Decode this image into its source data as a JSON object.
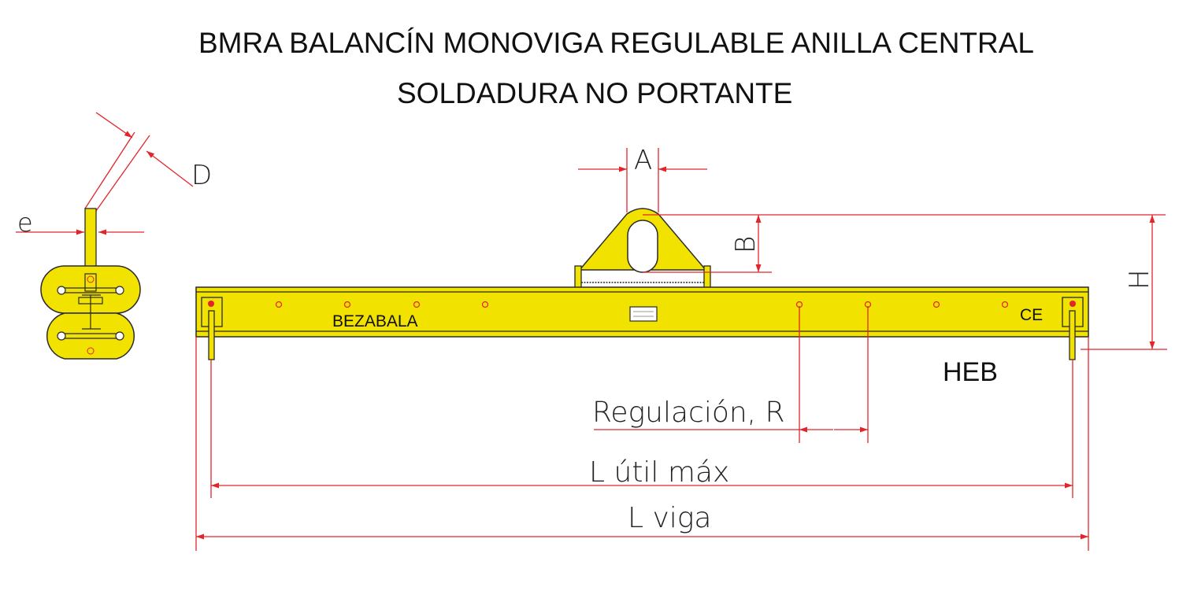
{
  "title_line1": "BMRA BALANCÍN MONOVIGA REGULABLE ANILLA CENTRAL",
  "title_line2": "SOLDADURA NO PORTANTE",
  "dimensions": {
    "A": "A",
    "B": "B",
    "H": "H",
    "D": "D",
    "e": "e",
    "regulacion": "Regulación, R",
    "l_util": "L útil máx",
    "l_viga": "L viga"
  },
  "labels": {
    "brand": "BEZABALA",
    "ce": "CE",
    "profile": "HEB"
  },
  "colors": {
    "beam": "#f2e200",
    "outline": "#2a2a2a",
    "dimension": "#e1252b",
    "text": "#111111"
  }
}
